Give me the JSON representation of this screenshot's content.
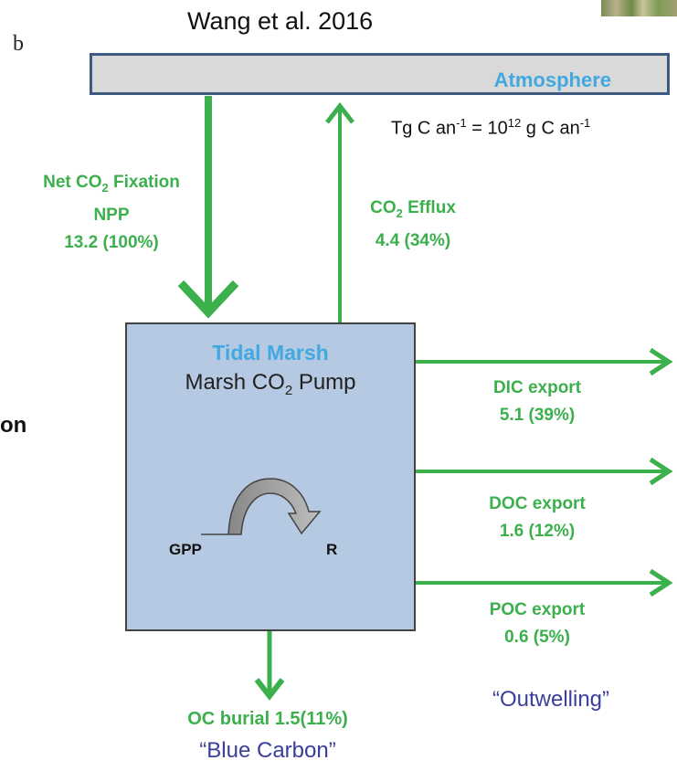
{
  "header": {
    "source": "Wang et al. 2016",
    "panel_letter": "b",
    "units_text": "Tg C an",
    "units_sup1": "-1",
    "units_eq": " = 10",
    "units_sup2": "12",
    "units_text2": " g C an",
    "units_sup3": "-1"
  },
  "atmosphere": {
    "label": "Atmosphere"
  },
  "marsh": {
    "title": "Tidal Marsh",
    "pump_prefix": "Marsh CO",
    "pump_sub": "2",
    "pump_suffix": " Pump",
    "gpp": "GPP",
    "r": "R"
  },
  "cut_off_text": "on",
  "flows": {
    "fixation": {
      "line1_prefix": "Net CO",
      "line1_sub": "2",
      "line1_suffix": " Fixation",
      "line2": "NPP",
      "line3": "13.2 (100%)"
    },
    "efflux": {
      "line1_prefix": "CO",
      "line1_sub": "2",
      "line1_suffix": " Efflux",
      "line2": "4.4 (34%)"
    },
    "dic": {
      "line1": "DIC export",
      "line2": "5.1 (39%)"
    },
    "doc": {
      "line1": "DOC export",
      "line2": "1.6 (12%)"
    },
    "poc": {
      "line1": "POC export",
      "line2": "0.6 (5%)"
    },
    "burial": {
      "line1": "OC burial 1.5(11%)"
    }
  },
  "annotations": {
    "blue_carbon": "“Blue Carbon”",
    "outwelling": "“Outwelling”"
  },
  "colors": {
    "flow_green": "#3bb04d",
    "accent_blue": "#41a9e0",
    "marsh_fill": "#b5c9e2",
    "atmosphere_fill": "#d9d9d9",
    "atmosphere_border": "#3d5a80",
    "annotation_navy": "#3a3f9c"
  }
}
